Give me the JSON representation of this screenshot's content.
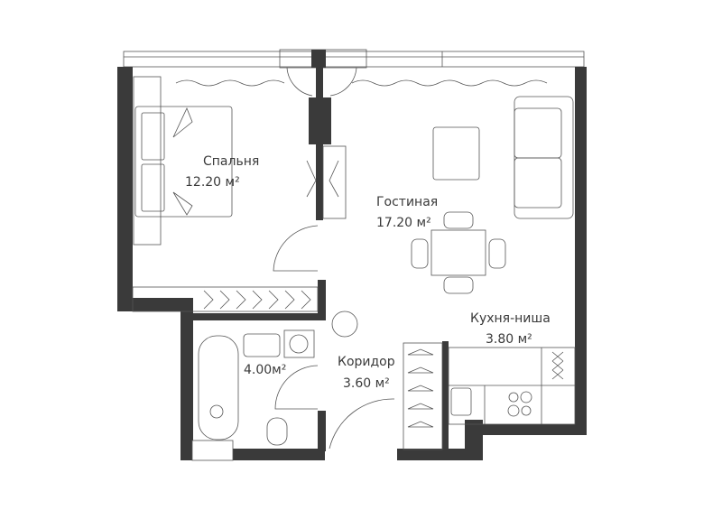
{
  "rooms": {
    "bedroom": {
      "name": "Спальня",
      "area": "12.20 м²"
    },
    "living": {
      "name": "Гостиная",
      "area": "17.20 м²"
    },
    "kitchen": {
      "name": "Кухня-ниша",
      "area": "3.80 м²"
    },
    "corridor": {
      "name": "Коридор",
      "area": "3.60 м²"
    },
    "bathroom": {
      "area": "4.00м²"
    }
  },
  "colors": {
    "wall": "#3a3a3a",
    "line": "#555555"
  }
}
